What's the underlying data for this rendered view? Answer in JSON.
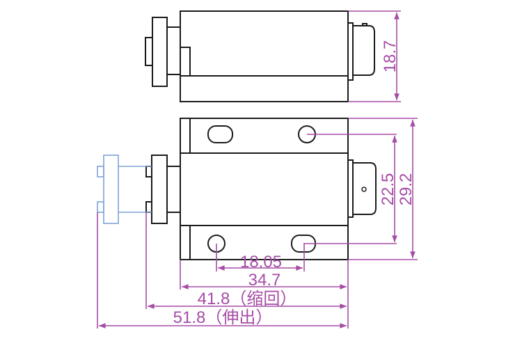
{
  "dimensions": {
    "top_height": "18.7",
    "hole_spacing_vertical": "22.5",
    "total_height": "29.2",
    "hole_spacing_horizontal": "18.05",
    "body_length": "34.7",
    "retracted_length": "41.8（缩回）",
    "extended_length": "51.8（伸出）"
  },
  "colors": {
    "outline": "#1a1a1a",
    "dimension": "#a64ca6",
    "extended_plunger": "#7fa3d6"
  }
}
